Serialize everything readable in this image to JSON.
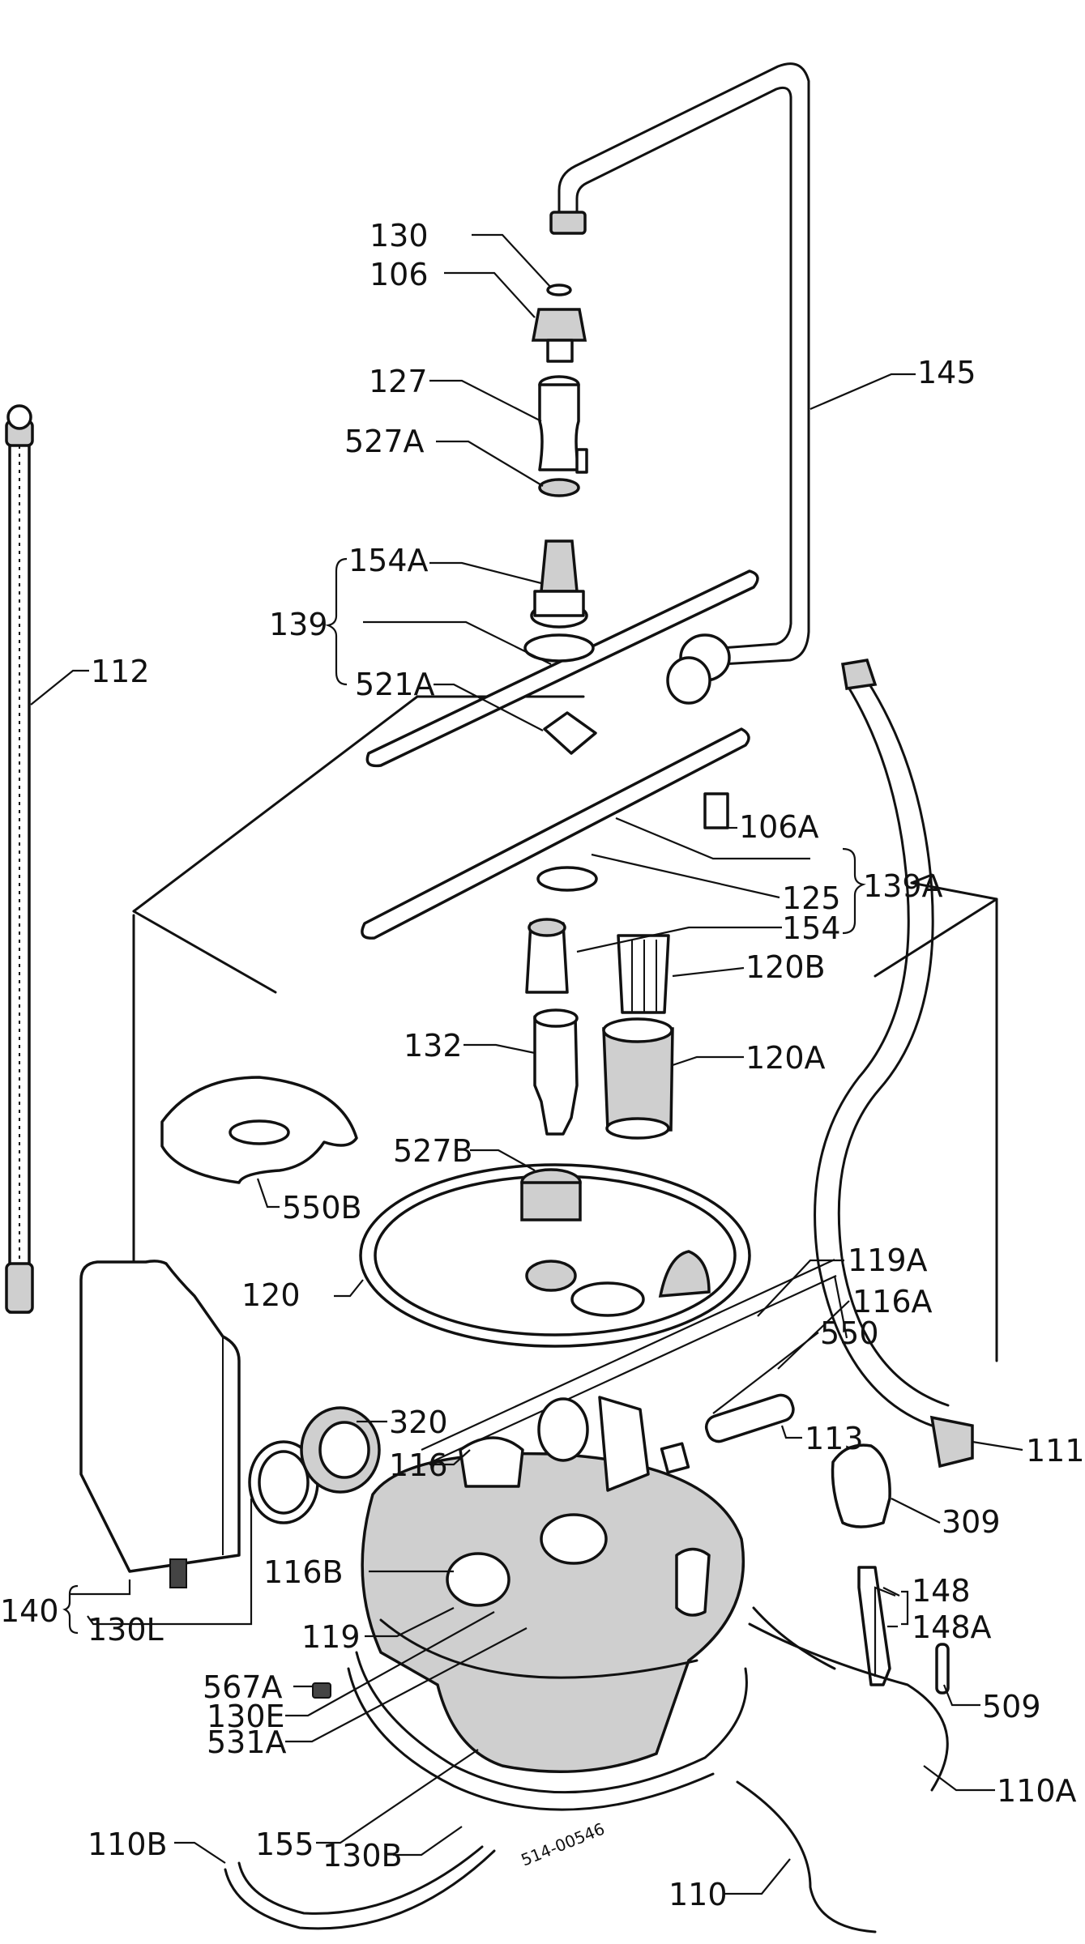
{
  "labels": {
    "l130": "130",
    "l106": "106",
    "l127": "127",
    "l527a": "527A",
    "l145": "145",
    "l154a": "154A",
    "l139": "139",
    "l521a": "521A",
    "l112": "112",
    "l106a": "106A",
    "l139a": "139A",
    "l125": "125",
    "l154": "154",
    "l120b": "120B",
    "l132": "132",
    "l120a": "120A",
    "l527b": "527B",
    "l550b": "550B",
    "l120": "120",
    "l119a": "119A",
    "l116a": "116A",
    "l550": "550",
    "l320": "320",
    "l116": "116",
    "l113": "113",
    "l111": "111",
    "l309": "309",
    "l116b": "116B",
    "l140": "140",
    "l130l": "130L",
    "l119": "119",
    "l148": "148",
    "l148a": "148A",
    "l567a": "567A",
    "l509": "509",
    "l130e": "130E",
    "l531a": "531A",
    "l110a": "110A",
    "l155": "155",
    "l110b": "110B",
    "l130b": "130B",
    "l110": "110"
  },
  "stamp": "514-00546"
}
